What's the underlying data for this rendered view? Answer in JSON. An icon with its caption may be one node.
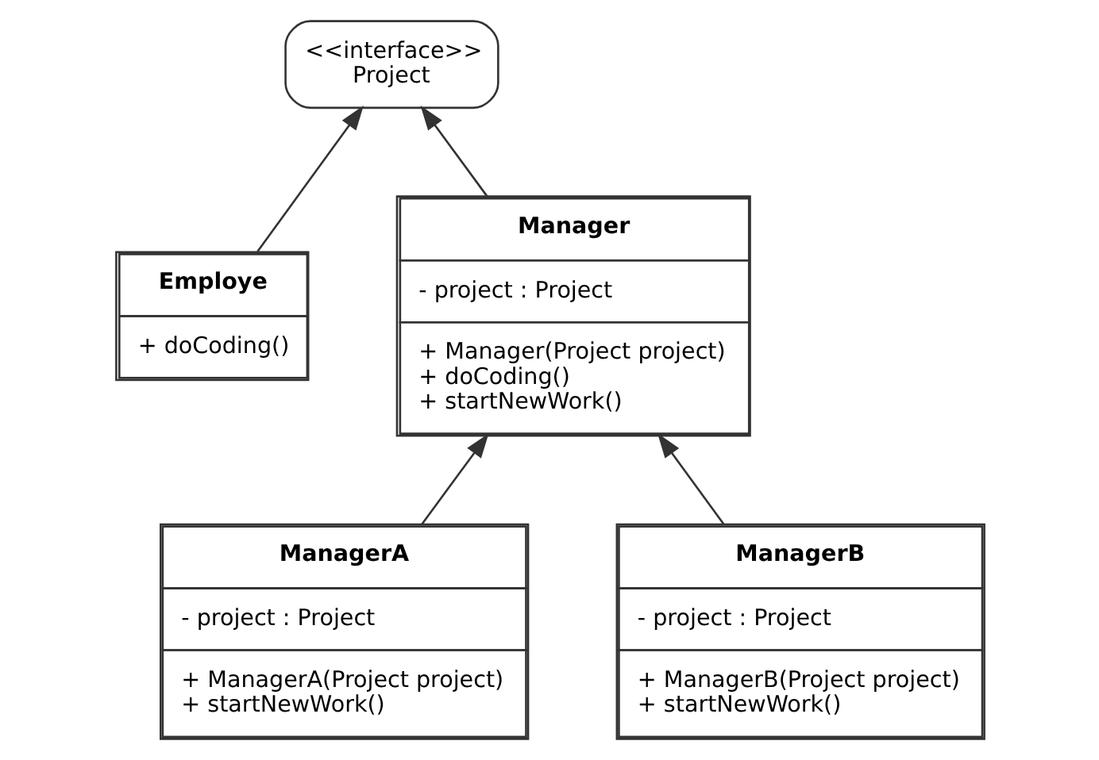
{
  "diagram": {
    "nodes": [
      {
        "text": [
          "<<interface>>",
          "Project"
        ]
      },
      {
        "text": [
          "Employe",
          "+ doCoding()"
        ]
      },
      {
        "text": [
          "Manager",
          "- project : Project",
          "+ Manager(Project project) + doCoding() + startNewWork()"
        ]
      },
      {
        "text": [
          "ManagerA",
          "- project : Project",
          "+ ManagerA(Project project) + startNewWork()"
        ]
      },
      {
        "text": [
          "ManagerB",
          "- project : Project",
          "+ ManagerB(Project project) + startNewWork()"
        ]
      }
    ],
    "edges": [
      {
        "from": 1,
        "to": 0,
        "arrow": "to"
      },
      {
        "from": 2,
        "to": 0,
        "arrow": "to"
      },
      {
        "from": 3,
        "to": 2,
        "arrow": "to"
      },
      {
        "from": 4,
        "to": 2,
        "arrow": "to"
      }
    ]
  }
}
